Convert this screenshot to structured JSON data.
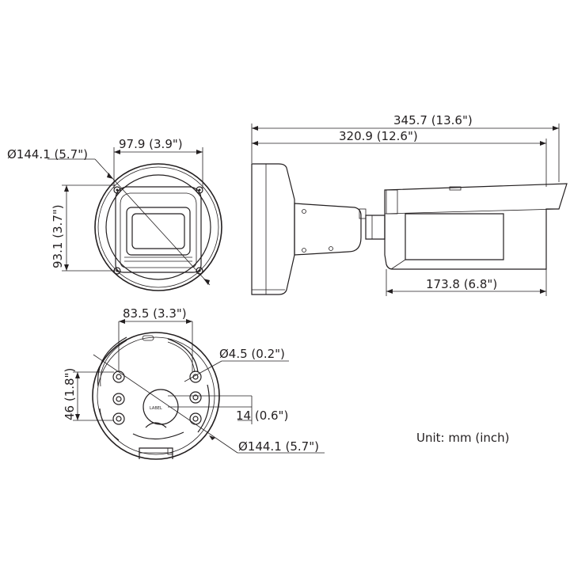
{
  "dimensions": {
    "total_length": "345.7 (13.6\")",
    "body_length": "320.9 (12.6\")",
    "housing_length": "173.8 (6.8\")",
    "front_diameter": "Ø144.1 (5.7\")",
    "front_width": "97.9 (3.9\")",
    "front_height": "93.1 (3.7\")",
    "base_hole_spacing_h": "83.5 (3.3\")",
    "hole_diameter": "Ø4.5 (0.2\")",
    "base_hole_spacing_v": "46 (1.8\")",
    "slot_width": "14 (0.6\")",
    "base_diameter": "Ø144.1 (5.7\")"
  },
  "unit_label": "Unit: mm (inch)",
  "logo_text": "LABEL"
}
